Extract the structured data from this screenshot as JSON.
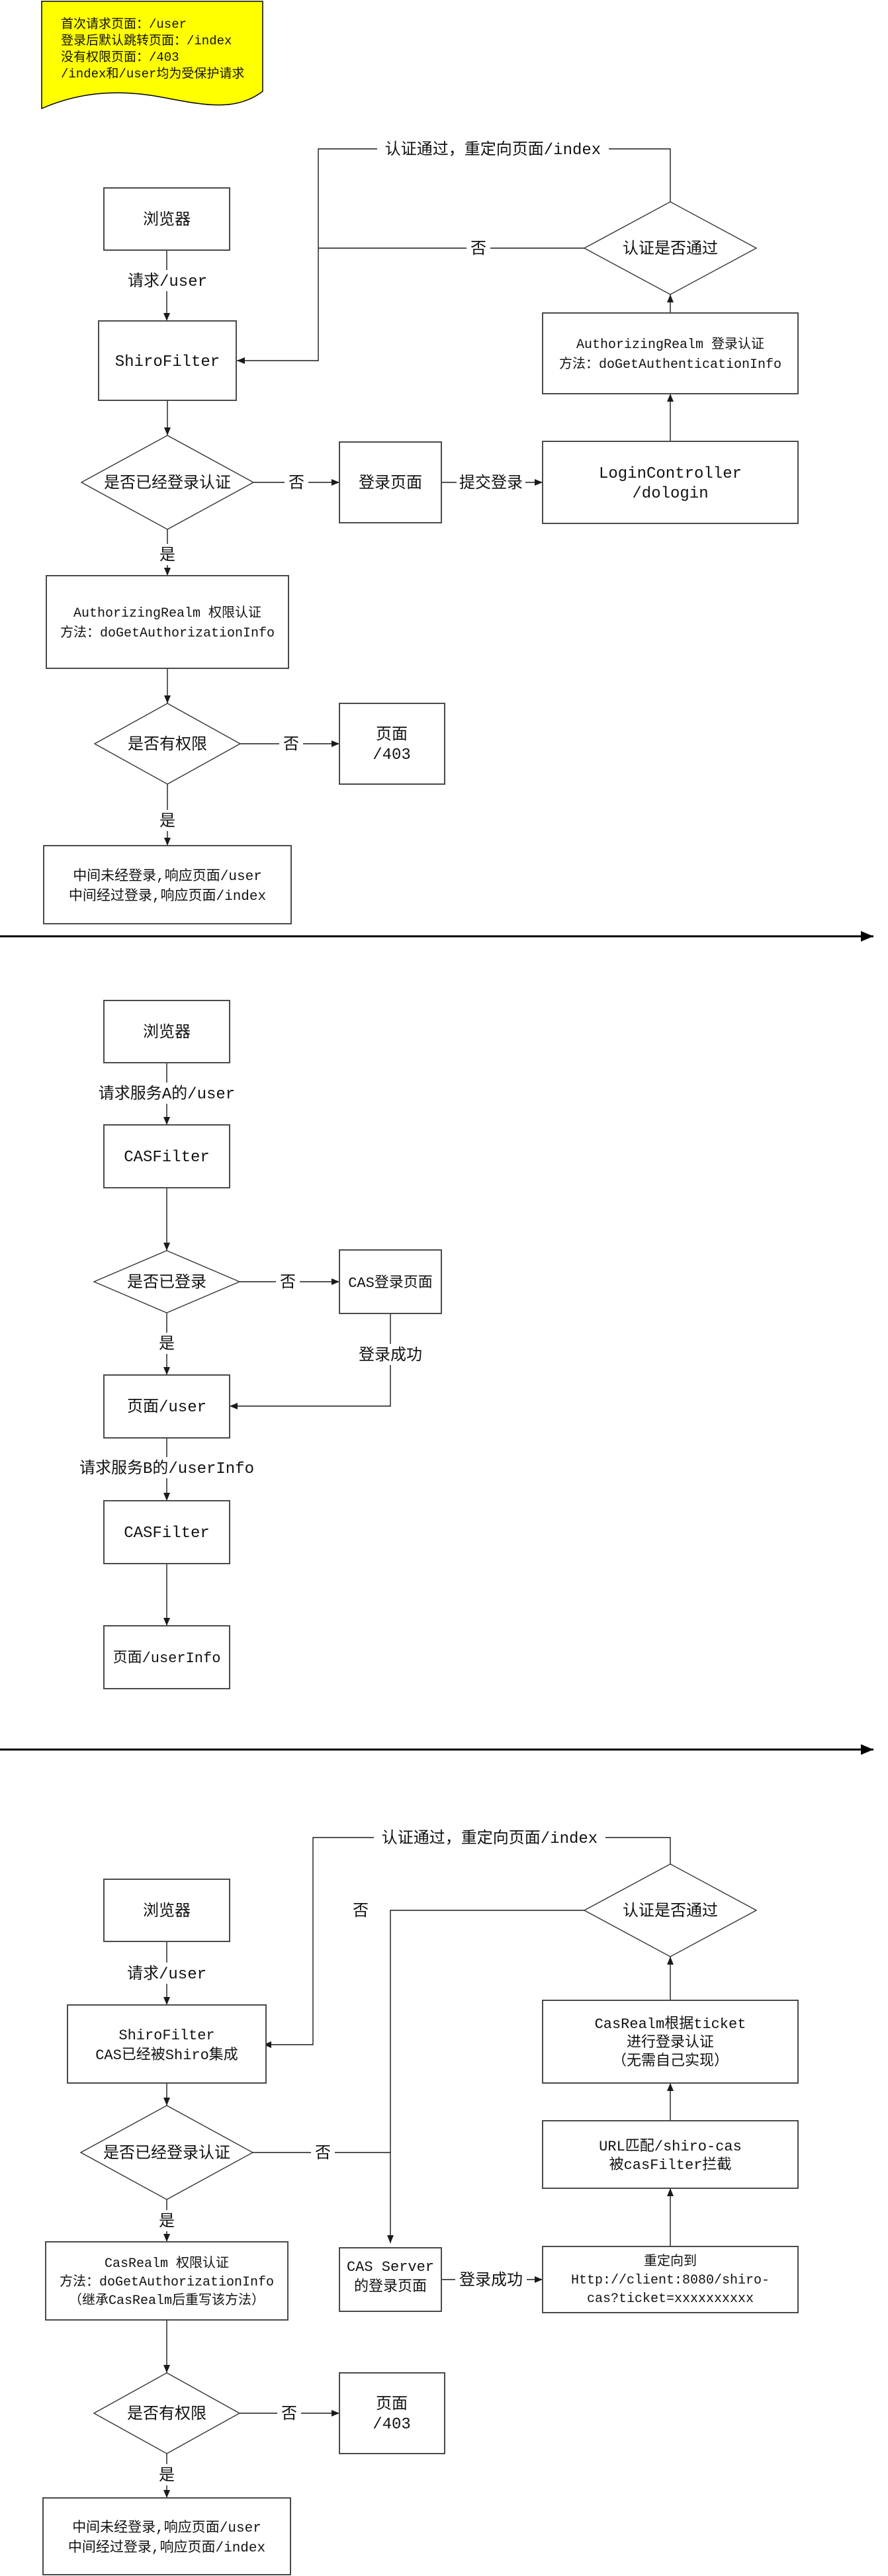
{
  "colors": {
    "note_bg": "#ffff00",
    "line": "#1a1a1a",
    "box_border": "#4a4a4a"
  },
  "note": {
    "line1": "首次请求页面：/user",
    "line2": "登录后默认跳转页面：/index",
    "line3": "没有权限页面：/403",
    "line4": "/index和/user均为受保护请求"
  },
  "labels": {
    "yes": "是",
    "no": "否"
  },
  "s1": {
    "redirect": "认证通过，重定向页面/index",
    "browser": "浏览器",
    "request_user": "请求/user",
    "shiro_filter": "ShiroFilter",
    "login_check": "是否已经登录认证",
    "login_page": "登录页面",
    "submit_login": "提交登录",
    "login_controller1": "LoginController",
    "login_controller2": "/dologin",
    "authc1": "AuthorizingRealm 登录认证",
    "authc2": "方法：doGetAuthenticationInfo",
    "auth_pass": "认证是否通过",
    "authz1": "AuthorizingRealm 权限认证",
    "authz2": "方法：doGetAuthorizationInfo",
    "perm_check": "是否有权限",
    "page403a": "页面",
    "page403b": "/403",
    "result1": "中间未经登录,响应页面/user",
    "result2": "中间经过登录,响应页面/index"
  },
  "s2": {
    "browser": "浏览器",
    "request_a": "请求服务A的/user",
    "cas_filter": "CASFilter",
    "login_check": "是否已登录",
    "cas_login_page": "CAS登录页面",
    "login_success": "登录成功",
    "page_user": "页面/user",
    "request_b": "请求服务B的/userInfo",
    "cas_filter2": "CASFilter",
    "page_userinfo": "页面/userInfo"
  },
  "s3": {
    "redirect": "认证通过，重定向页面/index",
    "browser": "浏览器",
    "request_user": "请求/user",
    "shiro1": "ShiroFilter",
    "shiro2": "CAS已经被Shiro集成",
    "login_check": "是否已经登录认证",
    "auth_pass": "认证是否通过",
    "cas_server1": "CAS Server",
    "cas_server2": "的登录页面",
    "login_success": "登录成功",
    "redirect_box1": "重定向到",
    "redirect_box2": "Http://client:8080/shiro-",
    "redirect_box3": "cas?ticket=xxxxxxxxxx",
    "url_match1": "URL匹配/shiro-cas",
    "url_match2": "被casFilter拦截",
    "cas_realm1": "CasRealm根据ticket",
    "cas_realm2": "进行登录认证",
    "cas_realm3": "（无需自己实现）",
    "authz1": "CasRealm 权限认证",
    "authz2": "方法：doGetAuthorizationInfo",
    "authz3": "（继承CasRealm后重写该方法）",
    "perm_check": "是否有权限",
    "page403a": "页面",
    "page403b": "/403",
    "result1": "中间未经登录,响应页面/user",
    "result2": "中间经过登录,响应页面/index"
  }
}
